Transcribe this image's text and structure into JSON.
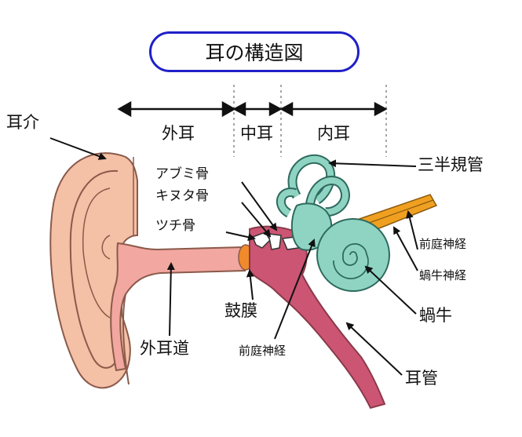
{
  "title": "耳の構造図",
  "sections": {
    "outer": "外耳",
    "middle": "中耳",
    "inner": "内耳"
  },
  "labels": {
    "pinna": "耳介",
    "stapes": "アブミ骨",
    "incus": "キヌタ骨",
    "malleus": "ツチ骨",
    "eardrum": "鼓膜",
    "ear_canal": "外耳道",
    "vestibular_nerve_lower": "前庭神経",
    "semicircular_canals": "三半規管",
    "vestibular_nerve_right": "前庭神経",
    "cochlear_nerve": "蝸牛神経",
    "cochlea": "蝸牛",
    "eustachian_tube": "耳管"
  },
  "colors": {
    "title_border": "#2020c8",
    "skin": "#f4c0a6",
    "canal": "#f2a7a0",
    "tube": "#cc5573",
    "inner_ear": "#8fd4c2",
    "nerve": "#f0a020",
    "eardrum": "#f08a2a"
  }
}
